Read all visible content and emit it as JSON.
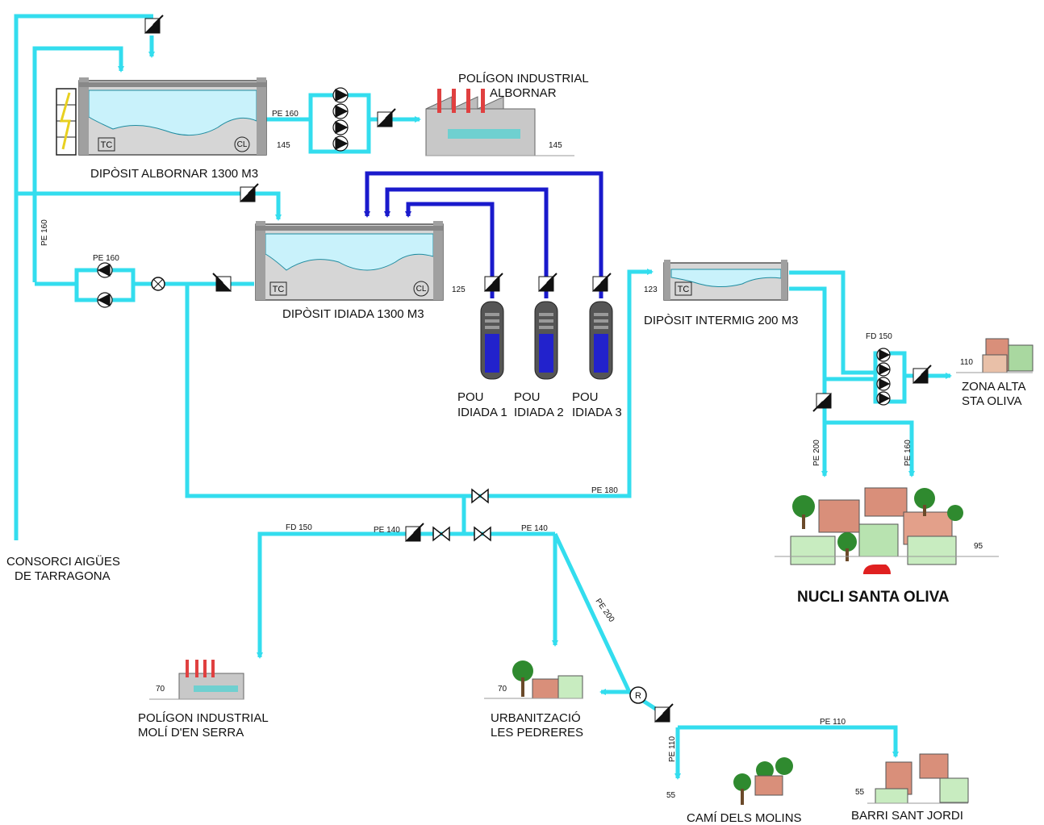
{
  "colors": {
    "pipe": "#33ddee",
    "well_pipe": "#1a1acc",
    "water": "#c9f2fb",
    "tank": "#d6d6d6"
  },
  "labels": {
    "consorci": [
      "CONSORCI AIGÜES",
      "DE TARRAGONA"
    ],
    "diposit_albornar": "DIPÒSIT ALBORNAR 1300 M3",
    "diposit_idiada": "DIPÒSIT IDIADA 1300 M3",
    "diposit_intermig": "DIPÒSIT INTERMIG 200 M3",
    "poligon_albornar": [
      "POLÍGON INDUSTRIAL",
      "ALBORNAR"
    ],
    "pou1": [
      "POU",
      "IDIADA 1"
    ],
    "pou2": [
      "POU",
      "IDIADA 2"
    ],
    "pou3": [
      "POU",
      "IDIADA 3"
    ],
    "zona_alta": [
      "ZONA ALTA",
      "STA OLIVA"
    ],
    "nucli": "NUCLI SANTA OLIVA",
    "poligon_moli": [
      "POLÍGON INDUSTRIAL",
      "MOLÍ D'EN SERRA"
    ],
    "urbanitzacio": [
      "URBANITZACIÓ",
      "LES PEDRERES"
    ],
    "cami": "CAMÍ DELS MOLINS",
    "barri": "BARRI SANT JORDI"
  },
  "pipes": {
    "pe160_albornar": "PE 160",
    "pe160_vertical": "PE 160",
    "pe160_pumps": "PE 160",
    "fd150_zona": "FD 150",
    "pe200_nucli": "PE 200",
    "pe160_nucli": "PE 160",
    "pe180": "PE 180",
    "fd150_moli": "FD 150",
    "pe140_left": "PE 140",
    "pe140_right": "PE 140",
    "pe200_diag": "PE 200",
    "pe110_barri": "PE 110",
    "pe110_cami": "PE 110"
  },
  "elevations": {
    "albornar": "145",
    "poligon_albornar": "145",
    "idiada": "125",
    "intermig": "123",
    "zona_alta": "110",
    "nucli": "95",
    "moli": "70",
    "pedreres": "70",
    "cami": "55",
    "barri": "55"
  },
  "tags": {
    "tc": "TC",
    "cl": "CL",
    "regulator": "R"
  }
}
